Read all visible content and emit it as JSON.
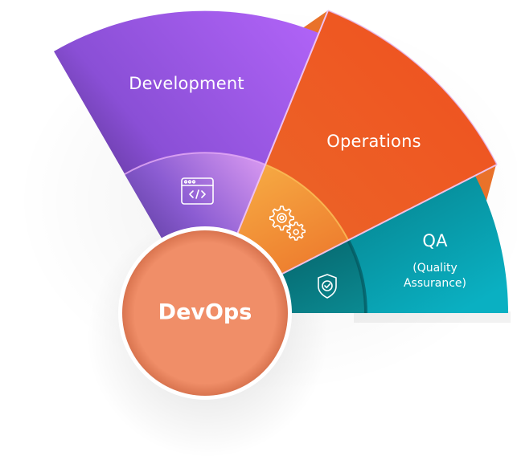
{
  "diagram": {
    "title": "DevOps",
    "type": "radial-fan",
    "center": {
      "label": "DevOps",
      "color": "#ef8c66"
    },
    "segments": [
      {
        "id": "development",
        "label": "Development",
        "icon": "code-window-icon",
        "colors": {
          "outer_light": "#a860f2",
          "outer_dark": "#3d2468",
          "inner_light": "#d392f0",
          "inner_dark": "#4c2f90"
        }
      },
      {
        "id": "operations",
        "label": "Operations",
        "icon": "gears-icon",
        "colors": {
          "outer": "#f05423",
          "inner_light": "#f6ab45",
          "inner_dark": "#ee7a2b"
        }
      },
      {
        "id": "qa",
        "label": "QA",
        "sublabel_line1": "(Quality",
        "sublabel_line2": "Assurance)",
        "icon": "shield-check-icon",
        "colors": {
          "outer_light": "#08aabb",
          "outer_dark": "#05525a",
          "inner": "#0b7c82"
        }
      }
    ]
  }
}
